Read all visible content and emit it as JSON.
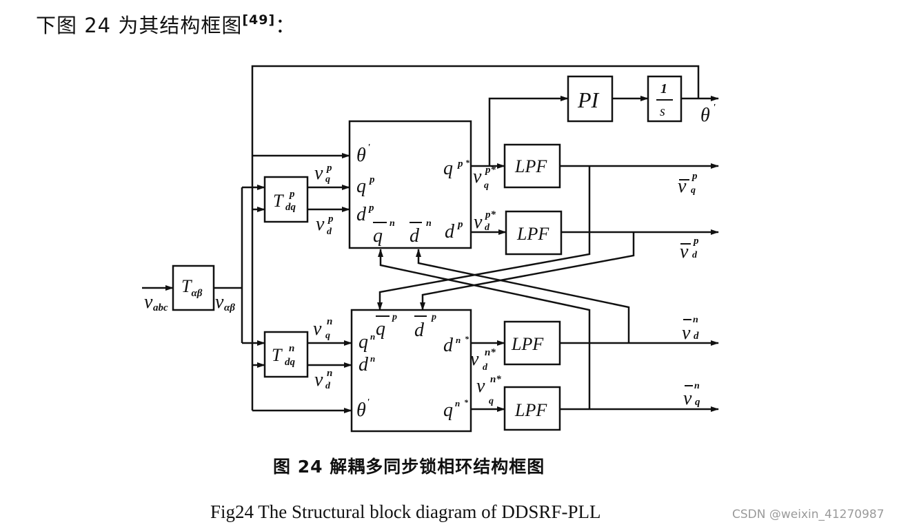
{
  "intro_text": {
    "text": "下图 24 为其结构框图",
    "citation": "[49]",
    "suffix": "："
  },
  "diagram": {
    "title": "DDSRF-PLL structural block diagram",
    "blocks": {
      "t_alpha_beta": {
        "main": "T",
        "sub": "αβ"
      },
      "t_dq_p": {
        "main": "T",
        "sup": "p",
        "sub": "dq"
      },
      "t_dq_n": {
        "main": "T",
        "sup": "n",
        "sub": "dq"
      },
      "pi": {
        "label": "PI"
      },
      "integrator": {
        "num": "1",
        "den": "s"
      },
      "lpf_q_p": {
        "label": "LPF"
      },
      "lpf_d_p": {
        "label": "LPF"
      },
      "lpf_d_n": {
        "label": "LPF"
      },
      "lpf_q_n": {
        "label": "LPF"
      },
      "decoupling_p": {
        "inputs": [
          "θ'",
          "q^p",
          "d^p"
        ],
        "feedback_inputs": [
          "q̄^n",
          "d̄^n"
        ],
        "outputs": [
          "q^p*",
          "d^p*"
        ]
      },
      "decoupling_n": {
        "inputs": [
          "q^n",
          "d^n",
          "θ'"
        ],
        "feedback_inputs": [
          "q̄^p",
          "d̄^p"
        ],
        "outputs": [
          "d^n*",
          "q^n*"
        ]
      }
    },
    "signals": {
      "v_abc": {
        "main": "v",
        "sub": "abc"
      },
      "v_alpha_beta": {
        "main": "v",
        "sub": "αβ"
      },
      "v_q_p": {
        "main": "v",
        "sup": "p",
        "sub": "q"
      },
      "v_d_p": {
        "main": "v",
        "sup": "p",
        "sub": "d"
      },
      "v_q_n": {
        "main": "v",
        "sup": "n",
        "sub": "q"
      },
      "v_d_n": {
        "main": "v",
        "sup": "n",
        "sub": "d"
      },
      "v_q_p_star": {
        "main": "v",
        "sup": "p*",
        "sub": "q"
      },
      "v_d_p_star": {
        "main": "v",
        "sup": "p*",
        "sub": "d"
      },
      "v_d_n_star": {
        "main": "v",
        "sup": "n*",
        "sub": "d"
      },
      "v_q_n_star": {
        "main": "v",
        "sup": "n*",
        "sub": "q"
      },
      "theta_out": {
        "main": "θ",
        "sup": "'"
      },
      "vbar_q_p": {
        "main": "v",
        "sup": "p",
        "sub": "q"
      },
      "vbar_d_p": {
        "main": "v",
        "sup": "p",
        "sub": "d"
      },
      "vbar_d_n": {
        "main": "v",
        "sup": "n",
        "sub": "d"
      },
      "vbar_q_n": {
        "main": "v",
        "sup": "n",
        "sub": "q"
      }
    },
    "inner_labels": {
      "p_theta": "θ",
      "p_q": "q",
      "p_q_sup": "p",
      "p_d": "d",
      "p_d_sup": "p",
      "p_qbar": "q",
      "p_qbar_sup": "n",
      "p_dbar": "d",
      "p_dbar_sup": "n",
      "p_qout": "q",
      "p_qout_sup": "p",
      "p_dout": "d",
      "p_dout_sup": "p",
      "n_q": "q",
      "n_q_sup": "n",
      "n_d": "d",
      "n_d_sup": "n",
      "n_theta": "θ",
      "n_qbar": "q",
      "n_qbar_sup": "p",
      "n_dbar": "d",
      "n_dbar_sup": "p",
      "n_dout": "d",
      "n_dout_sup": "n",
      "n_qout": "q",
      "n_qout_sup": "n",
      "prime": "'",
      "star": "*"
    }
  },
  "caption_cn": "图 24  解耦多同步锁相环结构框图",
  "caption_en": "Fig24 The Structural block diagram of DDSRF-PLL",
  "watermark": "CSDN @weixin_41270987"
}
